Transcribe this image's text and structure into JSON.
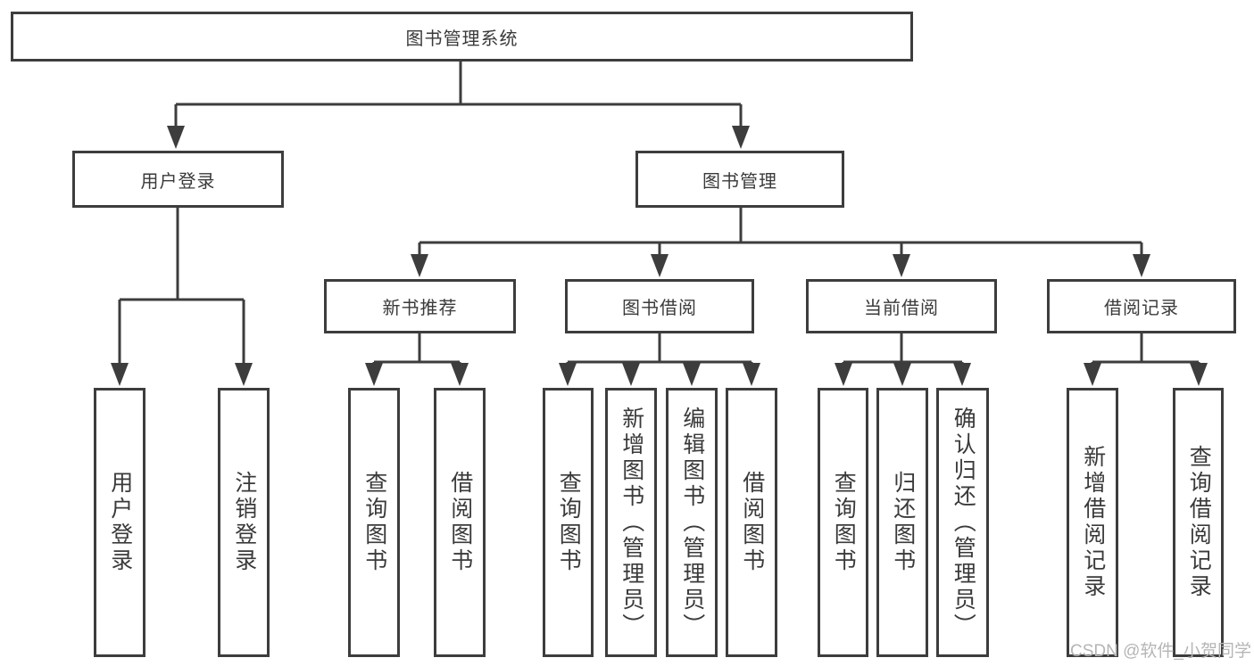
{
  "tree": {
    "root": {
      "label": "图书管理系统"
    },
    "branches": [
      {
        "label": "用户登录",
        "children": [
          {
            "label": "用户登录"
          },
          {
            "label": "注销登录"
          }
        ]
      },
      {
        "label": "图书管理",
        "sections": [
          {
            "label": "新书推荐",
            "children": [
              {
                "label": "查询图书"
              },
              {
                "label": "借阅图书"
              }
            ]
          },
          {
            "label": "图书借阅",
            "children": [
              {
                "label": "查询图书"
              },
              {
                "label": "新增图书（管理员）"
              },
              {
                "label": "编辑图书（管理员）"
              },
              {
                "label": "借阅图书"
              }
            ]
          },
          {
            "label": "当前借阅",
            "children": [
              {
                "label": "查询图书"
              },
              {
                "label": "归还图书"
              },
              {
                "label": "确认归还（管理员）"
              }
            ]
          },
          {
            "label": "借阅记录",
            "children": [
              {
                "label": "新增借阅记录"
              },
              {
                "label": "查询借阅记录"
              }
            ]
          }
        ]
      }
    ]
  },
  "colors": {
    "line": "#3d3d3d",
    "text": "#3a3a3a",
    "watermark": "#b5b5b5",
    "background": "#ffffff"
  },
  "watermark": {
    "text": "CSDN @软件_小贺同学"
  }
}
